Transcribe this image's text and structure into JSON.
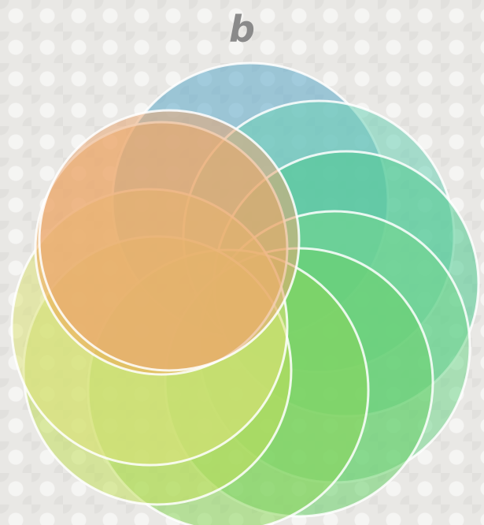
{
  "label": "b",
  "circles": [
    {
      "name": "circle-teal-blue",
      "color": "#5ba7c9"
    },
    {
      "name": "circle-aqua-green",
      "color": "#6cd0b4"
    },
    {
      "name": "circle-mint-green",
      "color": "#4cc98e"
    },
    {
      "name": "circle-light-green",
      "color": "#72d58c"
    },
    {
      "name": "circle-bright-green-bottom-right",
      "color": "#6ad06a"
    },
    {
      "name": "circle-lime-bottom",
      "color": "#8ad65a"
    },
    {
      "name": "circle-yellow-green-left-bottom",
      "color": "#c2de5c"
    },
    {
      "name": "circle-pale-yellow-left",
      "color": "#dde27a"
    },
    {
      "name": "circle-light-orange",
      "color": "#f0a855"
    },
    {
      "name": "circle-peach-orange",
      "color": "#e9a874"
    }
  ]
}
